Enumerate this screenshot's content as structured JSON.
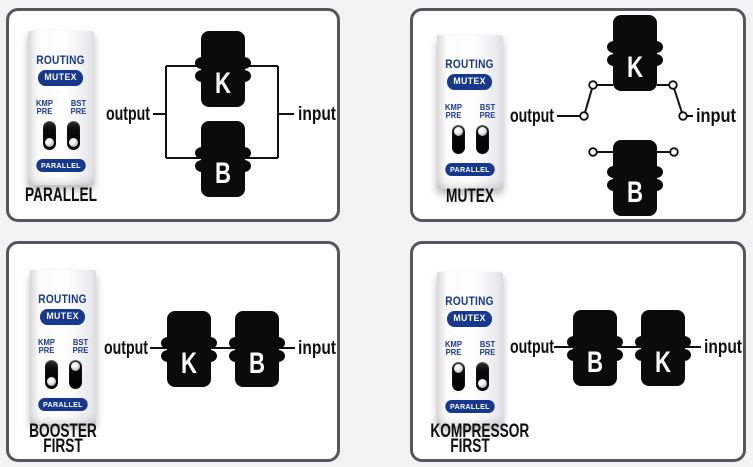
{
  "colors": {
    "page_bg": "#f3f3f4",
    "panel_bg": "#ffffff",
    "panel_border": "#56575b",
    "accent_blue": "#16388e",
    "pedal_black": "#0b0b0b",
    "caption_ink": "#101010"
  },
  "strip": {
    "routing_label": "ROUTING",
    "mutex_badge": "MUTEX",
    "switches": [
      {
        "line1": "KMP",
        "line2": "PRE"
      },
      {
        "line1": "BST",
        "line2": "PRE"
      }
    ],
    "parallel_badge": "PARALLEL"
  },
  "diagram_labels": {
    "output": "output",
    "input": "input",
    "kompressor_letter": "K",
    "booster_letter": "B"
  },
  "panels": [
    {
      "id": "parallel",
      "caption_line1": "PARALLEL",
      "caption_line2": "",
      "kmp_pre_switch": "down",
      "bst_pre_switch": "down"
    },
    {
      "id": "mutex",
      "caption_line1": "MUTEX",
      "caption_line2": "",
      "kmp_pre_switch": "up",
      "bst_pre_switch": "up"
    },
    {
      "id": "booster-first",
      "caption_line1": "BOOSTER",
      "caption_line2": "FIRST",
      "kmp_pre_switch": "down",
      "bst_pre_switch": "up"
    },
    {
      "id": "kompressor-first",
      "caption_line1": "KOMPRESSOR",
      "caption_line2": "FIRST",
      "kmp_pre_switch": "up",
      "bst_pre_switch": "down"
    }
  ]
}
